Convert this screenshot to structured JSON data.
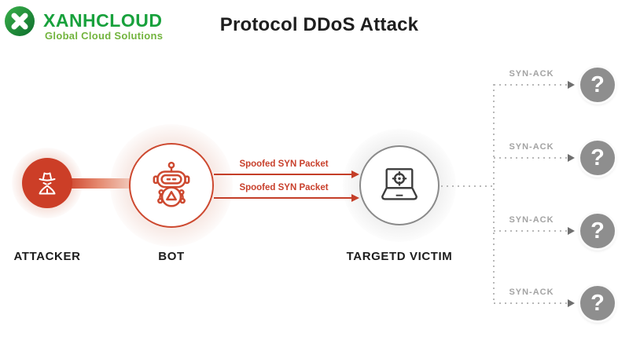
{
  "logo": {
    "brand": "XANHCLOUD",
    "tagline": "Global Cloud Solutions"
  },
  "title": "Protocol DDoS Attack",
  "nodes": {
    "attacker": {
      "label": "ATTACKER"
    },
    "bot": {
      "label": "BOT"
    },
    "victim": {
      "label": "TARGETD VICTIM"
    }
  },
  "packets": [
    {
      "label": "Spoofed SYN Packet"
    },
    {
      "label": "Spoofed SYN Packet"
    }
  ],
  "responses": [
    {
      "label": "SYN-ACK",
      "mark": "?"
    },
    {
      "label": "SYN-ACK",
      "mark": "?"
    },
    {
      "label": "SYN-ACK",
      "mark": "?"
    },
    {
      "label": "SYN-ACK",
      "mark": "?"
    }
  ],
  "colors": {
    "attack_red": "#cc3e27",
    "bot_outline": "#cd4930",
    "victim_outline": "#8a8a8a",
    "unknown_gray": "#8e8e8e",
    "dotted_gray": "#b8b8b8",
    "synack_text": "#a3a3a3",
    "logo_green": "#18a13c",
    "tagline_green": "#72b43e",
    "text_dark": "#1c1c1c"
  }
}
